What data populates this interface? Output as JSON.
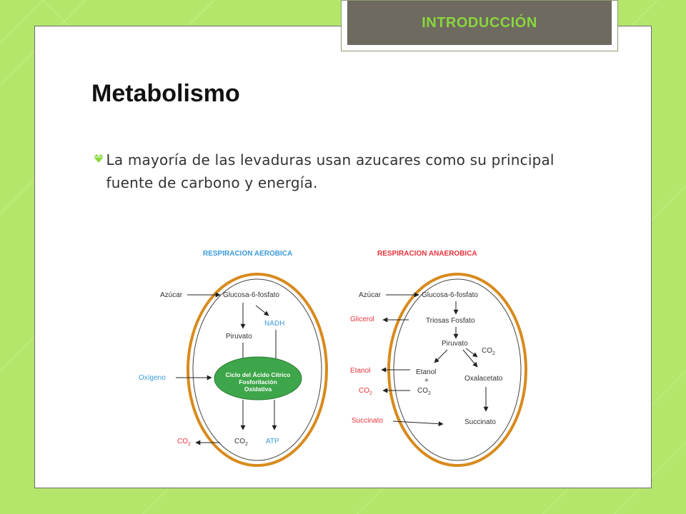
{
  "header": {
    "tab_label": "INTRODUCCIÓN"
  },
  "slide": {
    "title": "Metabolismo",
    "bullet": "La mayoría de las levaduras usan azucares como su principal fuente de carbono y energía."
  },
  "colors": {
    "background": "#b5e66c",
    "tab_fill": "#6e6a60",
    "tab_text": "#8ad63e",
    "cell_border": "#d88a1c",
    "mito_fill": "#3ea64a",
    "aerobic_title": "#3a9ad9",
    "anaerobic_title": "#e8323a",
    "blue_label": "#3a9ad9",
    "red_label": "#e8323a"
  },
  "diagram": {
    "aerobic": {
      "title": "RESPIRACION AEROBICA",
      "sugar": "Azúcar",
      "g6p": "Glucosa-6-fosfato",
      "nadh": "NADH",
      "pyruvate": "Piruvato",
      "oxygen": "Oxígeno",
      "cycle_line1": "Ciclo del Ácido Cítrico",
      "cycle_line2": "Fosforilación",
      "cycle_line3": "Oxidativa",
      "co2_out": "CO",
      "co2_in": "CO",
      "atp": "ATP",
      "sub2": "2"
    },
    "anaerobic": {
      "title": "RESPIRACION ANAEROBICA",
      "sugar": "Azúcar",
      "g6p": "Glucosa-6-fosfato",
      "glycerol": "Glicerol",
      "triose": "Triosas Fosfato",
      "pyruvate": "Piruvato",
      "co2_a": "CO",
      "ethanol_out": "Etanol",
      "ethanol_in": "Etanol",
      "plus": "+",
      "co2_b": "CO",
      "co2_out": "CO",
      "oxaloacetate": "Oxalacetato",
      "succinate_out": "Succinato",
      "succinate_in": "Succinato",
      "sub2": "2"
    }
  }
}
